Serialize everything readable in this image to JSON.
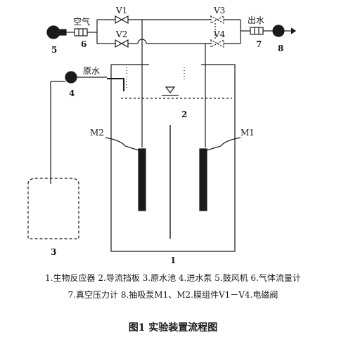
{
  "labels": {
    "air": "空气",
    "water_out": "出水",
    "raw_water": "原水",
    "v1": "V1",
    "v2": "V2",
    "v3": "V3",
    "v4": "V4",
    "m1": "M1",
    "m2": "M2"
  },
  "numbers": {
    "n1": "1",
    "n2": "2",
    "n3": "3",
    "n4": "4",
    "n5": "5",
    "n6": "6",
    "n7": "7",
    "n8": "8"
  },
  "legend": {
    "line1": "1.生物反应器 2.导流挡板 3.原水池 4.进水泵 5.鼓风机 6.气体流量计",
    "line2": "7.真空压力计 8.抽吸泵M1、M2.膜组件V1－V4.电磁阀"
  },
  "caption": "图1 实验装置流程图"
}
